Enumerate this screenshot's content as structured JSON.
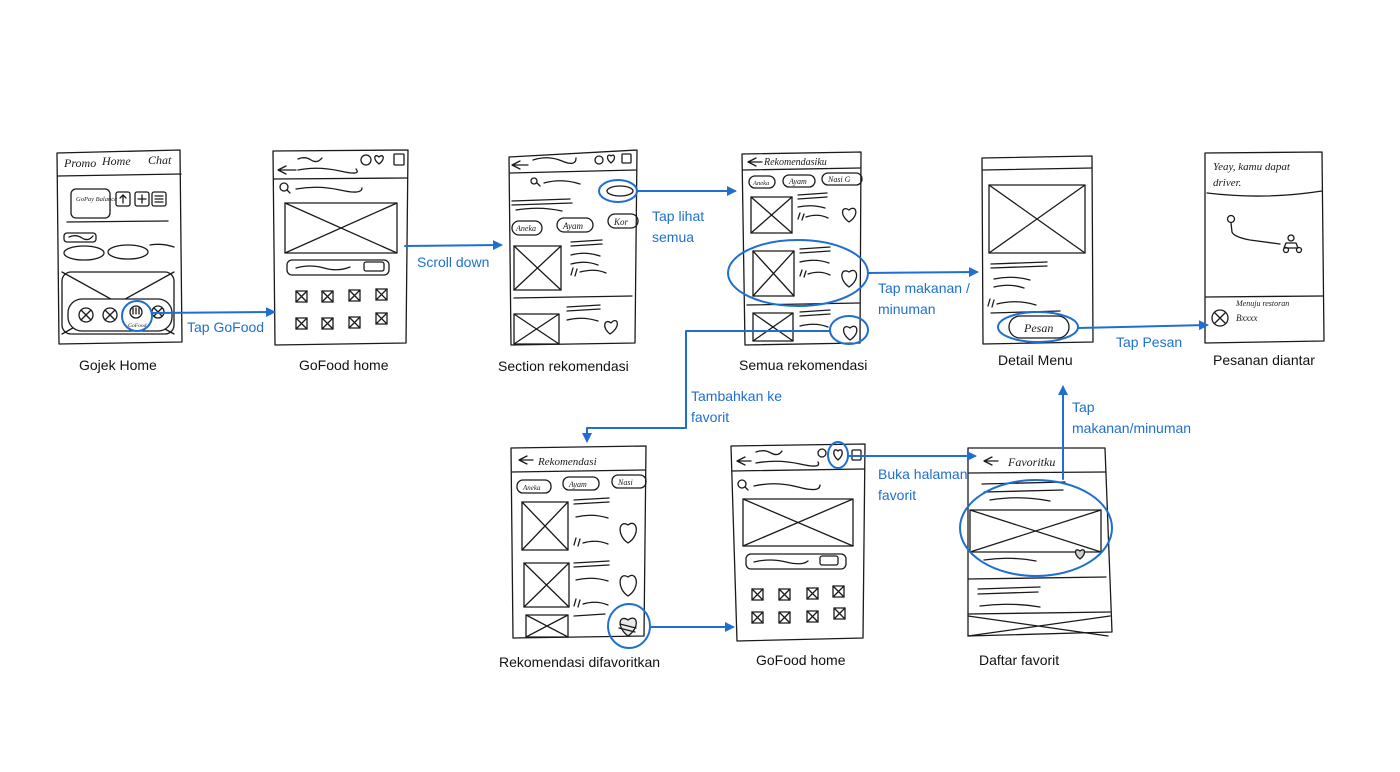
{
  "colors": {
    "accent": "#1f6fd1",
    "ink": "#1a1a1a",
    "background": "#ffffff"
  },
  "screens": {
    "gojek_home": {
      "label": "Gojek Home",
      "tabs": [
        "Promo",
        "Home",
        "Chat"
      ],
      "wallet": "GoPay Balance",
      "gofood_icon_caption": "GoFood"
    },
    "gofood_home": {
      "label": "GoFood home"
    },
    "section_rekomendasi": {
      "label": "Section rekomendasi",
      "chips": [
        "Aneka",
        "Ayam",
        "Kor"
      ]
    },
    "semua_rekomendasi": {
      "label": "Semua rekomendasi",
      "title": "Rekomendasiku",
      "chips": [
        "Aneka",
        "Ayam",
        "Nasi G"
      ]
    },
    "detail_menu": {
      "label": "Detail Menu",
      "order_button": "Pesan"
    },
    "pesanan_diantar": {
      "label": "Pesanan diantar",
      "banner": [
        "Yeay, kamu dapat",
        "driver."
      ],
      "status": [
        "Menuju restoran",
        "Bxxxx"
      ]
    },
    "rekomendasi_difavoritkan": {
      "label": "Rekomendasi difavoritkan",
      "title": "Rekomendasi",
      "chips": [
        "Aneka",
        "Ayam",
        "Nasi"
      ]
    },
    "gofood_home_2": {
      "label": "GoFood home"
    },
    "daftar_favorit": {
      "label": "Daftar favorit",
      "title": "Favoritku"
    }
  },
  "flows": {
    "tap_gofood": [
      "Tap GoFood"
    ],
    "scroll_down": [
      "Scroll down"
    ],
    "tap_lihat_semua": [
      "Tap lihat",
      "semua"
    ],
    "tap_makanan_minuman": [
      "Tap makanan /",
      "minuman"
    ],
    "tap_pesan": [
      "Tap Pesan"
    ],
    "tambahkan_ke_favorit": [
      "Tambahkan ke",
      "favorit"
    ],
    "buka_halaman_favorit": [
      "Buka halaman",
      "favorit"
    ],
    "tap_makanan_minuman_2": [
      "Tap",
      "makanan/minuman"
    ]
  }
}
